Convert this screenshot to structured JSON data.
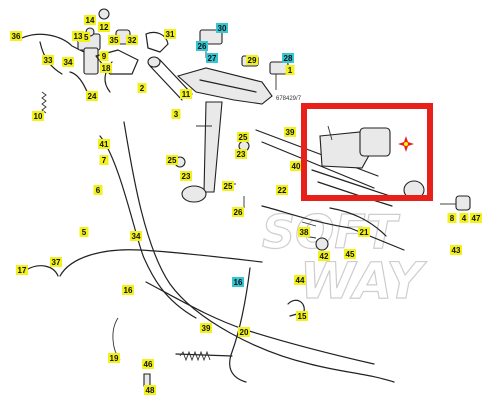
{
  "diagram": {
    "colors": {
      "yellow_tag": "#f2f21a",
      "cyan_tag": "#35c6d3",
      "highlight_box": "#e8201a",
      "line": "#222222"
    },
    "callouts": [
      {
        "id": "36",
        "style": "yellow"
      },
      {
        "id": "14",
        "style": "yellow"
      },
      {
        "id": "12",
        "style": "yellow"
      },
      {
        "id": "15",
        "style": "yellow"
      },
      {
        "id": "13",
        "style": "yellow"
      },
      {
        "id": "35",
        "style": "yellow"
      },
      {
        "id": "33",
        "style": "yellow"
      },
      {
        "id": "34",
        "style": "yellow"
      },
      {
        "id": "32",
        "style": "yellow"
      },
      {
        "id": "9",
        "style": "yellow"
      },
      {
        "id": "18",
        "style": "yellow"
      },
      {
        "id": "31",
        "style": "yellow"
      },
      {
        "id": "30",
        "style": "cyan"
      },
      {
        "id": "26",
        "style": "cyan"
      },
      {
        "id": "27",
        "style": "cyan"
      },
      {
        "id": "29",
        "style": "yellow"
      },
      {
        "id": "28",
        "style": "cyan"
      },
      {
        "id": "1",
        "style": "yellow"
      },
      {
        "id": "11",
        "style": "yellow"
      },
      {
        "id": "10",
        "style": "yellow"
      },
      {
        "id": "24",
        "style": "yellow"
      },
      {
        "id": "2",
        "style": "yellow"
      },
      {
        "id": "3",
        "style": "yellow"
      },
      {
        "id": "39",
        "style": "yellow"
      },
      {
        "id": "40",
        "style": "yellow"
      },
      {
        "id": "25",
        "style": "yellow"
      },
      {
        "id": "23",
        "style": "yellow"
      },
      {
        "id": "25",
        "style": "yellow"
      },
      {
        "id": "23",
        "style": "yellow"
      },
      {
        "id": "25",
        "style": "yellow"
      },
      {
        "id": "26",
        "style": "yellow"
      },
      {
        "id": "22",
        "style": "yellow"
      },
      {
        "id": "41",
        "style": "yellow"
      },
      {
        "id": "7",
        "style": "yellow"
      },
      {
        "id": "6",
        "style": "yellow"
      },
      {
        "id": "5",
        "style": "yellow"
      },
      {
        "id": "34",
        "style": "yellow"
      },
      {
        "id": "21",
        "style": "yellow"
      },
      {
        "id": "38",
        "style": "yellow"
      },
      {
        "id": "42",
        "style": "yellow"
      },
      {
        "id": "45",
        "style": "yellow"
      },
      {
        "id": "43",
        "style": "yellow"
      },
      {
        "id": "37",
        "style": "yellow"
      },
      {
        "id": "17",
        "style": "yellow"
      },
      {
        "id": "16",
        "style": "cyan"
      },
      {
        "id": "44",
        "style": "yellow"
      },
      {
        "id": "15",
        "style": "yellow"
      },
      {
        "id": "16",
        "style": "yellow"
      },
      {
        "id": "39",
        "style": "yellow"
      },
      {
        "id": "20",
        "style": "yellow"
      },
      {
        "id": "19",
        "style": "yellow"
      },
      {
        "id": "46",
        "style": "yellow"
      },
      {
        "id": "48",
        "style": "yellow"
      },
      {
        "id": "47",
        "style": "yellow"
      },
      {
        "id": "4",
        "style": "yellow"
      },
      {
        "id": "8",
        "style": "yellow"
      },
      {
        "id": "27",
        "style": "yellow"
      }
    ],
    "part_code": "678429/7",
    "watermark_line1": "SOFT",
    "watermark_line2": "WAY"
  }
}
